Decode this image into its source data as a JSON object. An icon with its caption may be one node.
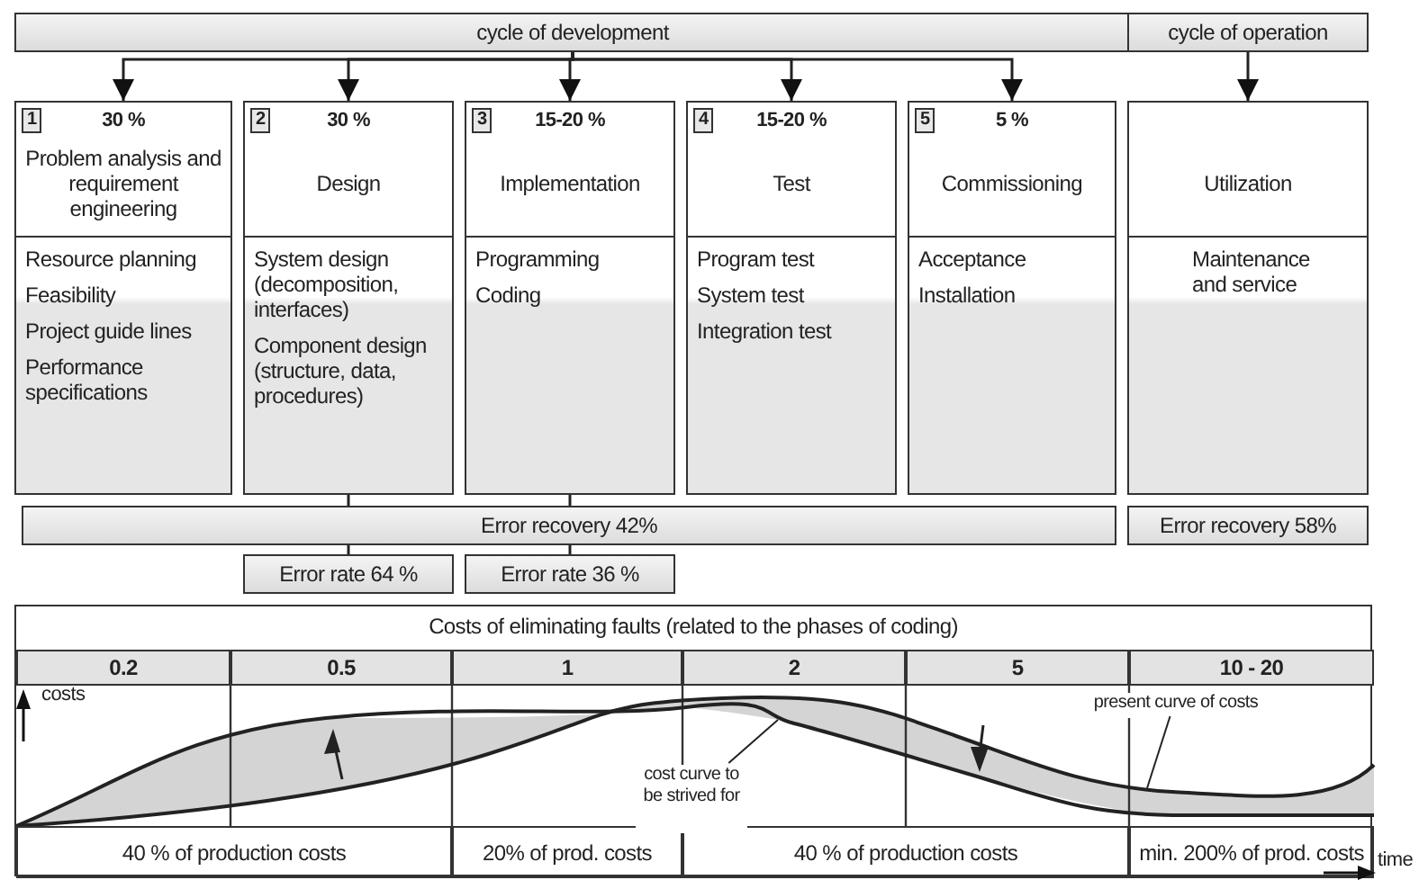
{
  "diagram": {
    "nodes": [
      {
        "text": [
          "cycle of development"
        ]
      },
      {
        "text": [
          "cycle of operation"
        ]
      },
      {
        "text": [
          "1",
          "30 %",
          "Problem analysis and requirement engineering",
          "Resource planning",
          "Feasibility",
          "Project guide lines",
          "Performance specifications"
        ]
      },
      {
        "text": [
          "2",
          "30 %",
          "Design",
          "System design (decomposition, interfaces)",
          "Component design (structure, data, procedures)"
        ]
      },
      {
        "text": [
          "3",
          "15-20 %",
          "Implementation",
          "Programming",
          "Coding"
        ]
      },
      {
        "text": [
          "4",
          "15-20 %",
          "Test",
          "Program test",
          "System test",
          "Integration test"
        ]
      },
      {
        "text": [
          "5",
          "5 %",
          "Commissioning",
          "Acceptance",
          "Installation"
        ]
      },
      {
        "text": [
          "Utilization",
          "Maintenance and service"
        ]
      },
      {
        "text": [
          "Error recovery 42%"
        ]
      },
      {
        "text": [
          "Error recovery 58%"
        ]
      },
      {
        "text": [
          "Error rate 64 %"
        ]
      },
      {
        "text": [
          "Error rate 36 %"
        ]
      },
      {
        "text": [
          "Costs of eliminating faults (related to the phases of coding)"
        ]
      },
      {
        "text": [
          "cost curve to be strived for"
        ],
        "in": 12
      },
      {
        "text": [
          "present curve of costs"
        ],
        "in": 12
      }
    ],
    "edges": [
      {
        "from": 0,
        "to": 2,
        "arrow": "to"
      },
      {
        "from": 0,
        "to": 3,
        "arrow": "to"
      },
      {
        "from": 0,
        "to": 4,
        "arrow": "to"
      },
      {
        "from": 0,
        "to": 5,
        "arrow": "to"
      },
      {
        "from": 0,
        "to": 6,
        "arrow": "to"
      },
      {
        "from": 1,
        "to": 7,
        "arrow": "to"
      },
      {
        "from": 3,
        "to": 8,
        "arrow": "none"
      },
      {
        "from": 4,
        "to": 8,
        "arrow": "none"
      },
      {
        "from": 8,
        "to": 10,
        "arrow": "none"
      },
      {
        "from": 8,
        "to": 11,
        "arrow": "none"
      },
      {
        "from": 13,
        "to": null,
        "arrow": "none"
      },
      {
        "from": 14,
        "to": null,
        "arrow": "none"
      }
    ],
    "labels": [
      "0.2",
      "0.5",
      "1",
      "2",
      "5",
      "10 - 20",
      "costs",
      "40 % of production costs",
      "20% of prod. costs",
      "40 % of production costs",
      "min. 200% of prod. costs",
      "time"
    ]
  }
}
